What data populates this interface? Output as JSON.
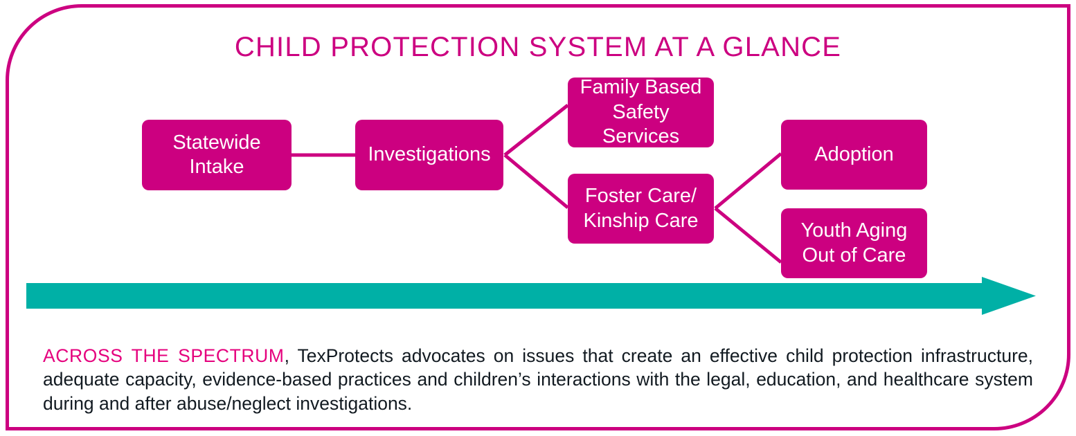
{
  "title": "CHILD PROTECTION SYSTEM AT A GLANCE",
  "colors": {
    "magenta": "#CC0080",
    "pink_text": "#E5007D",
    "teal": "#00B0A6",
    "body_text": "#121a21",
    "background": "#FFFFFF"
  },
  "nodes": {
    "statewide_intake": "Statewide\nIntake",
    "investigations": "Investigations",
    "family_based_safety_services": "Family Based\nSafety Services",
    "foster_kinship_care": "Foster Care/\nKinship Care",
    "adoption": "Adoption",
    "youth_aging_out": "Youth Aging\nOut of Care"
  },
  "spectrum_arrow": {
    "label": "across-the-spectrum-arrow",
    "color": "#00B0A6",
    "direction": "right"
  },
  "footnote": {
    "lead": "ACROSS THE SPECTRUM",
    "body": ", TexProtects advocates on issues that create an effective child protection infrastructure, adequate capacity, evidence-based practices and children’s interactions with the legal, education, and healthcare system during and after abuse/neglect investigations."
  }
}
